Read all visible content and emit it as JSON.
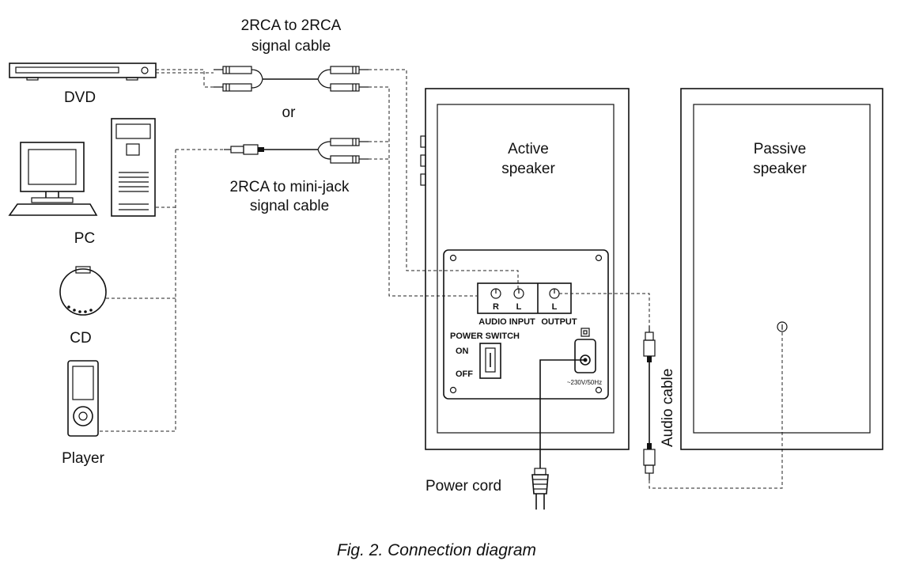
{
  "sources": {
    "dvd": "DVD",
    "pc": "PC",
    "cd": "CD",
    "player": "Player"
  },
  "cables": {
    "rca_rca_line1": "2RCA to 2RCA",
    "rca_rca_line2": "signal cable",
    "or": "or",
    "rca_jack_line1": "2RCA to mini-jack",
    "rca_jack_line2": "signal cable",
    "audio_cable": "Audio cable",
    "power_cord": "Power cord"
  },
  "active_speaker": {
    "line1": "Active",
    "line2": "speaker",
    "audio_input": "AUDIO INPUT",
    "output": "OUTPUT",
    "jack_r": "R",
    "jack_l": "L",
    "out_l": "L",
    "power_switch": "POWER SWITCH",
    "on": "ON",
    "off": "OFF",
    "power_rating": "~230V/50Hz"
  },
  "passive_speaker": {
    "line1": "Passive",
    "line2": "speaker"
  },
  "caption": "Fig. 2. Connection diagram",
  "colors": {
    "ink": "#111111",
    "background": "#ffffff"
  }
}
